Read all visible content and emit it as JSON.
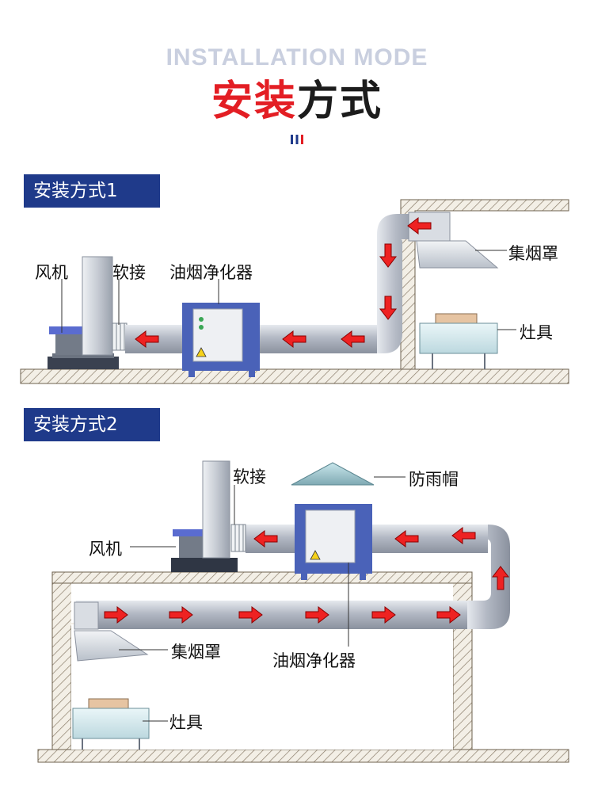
{
  "header": {
    "subtitle_en": "INSTALLATION MODE",
    "title_part1": "安装",
    "title_part2": "方式",
    "accent_color": "#e31e24",
    "label_bg_color": "#1f3a8a"
  },
  "section1": {
    "label": "安装方式1",
    "callouts": {
      "fan": "风机",
      "soft_joint": "软接",
      "purifier": "油烟净化器",
      "hood": "集烟罩",
      "stove": "灶具"
    }
  },
  "section2": {
    "label": "安装方式2",
    "callouts": {
      "soft_joint": "软接",
      "rain_cap": "防雨帽",
      "fan": "风机",
      "hood": "集烟罩",
      "purifier": "油烟净化器",
      "stove": "灶具"
    }
  },
  "icons": [
    "airflow-arrow-icon",
    "warning-label-icon"
  ]
}
